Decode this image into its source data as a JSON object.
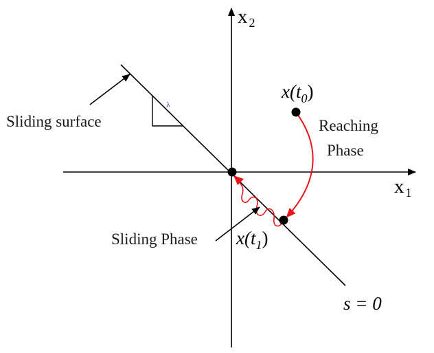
{
  "axes": {
    "x_label_base": "x",
    "x_label_sub": "1",
    "y_label_base": "x",
    "y_label_sub": "2"
  },
  "labels": {
    "sliding_surface": "Sliding surface",
    "reaching_line1": "Reaching",
    "reaching_line2": "Phase",
    "sliding_phase": "Sliding Phase",
    "lambda": "λ",
    "s_equation": "s = 0"
  },
  "points": {
    "t0_func": "x(",
    "t0_var": "t",
    "t0_sub": "0",
    "t0_close": ")",
    "t1_func": "x(",
    "t1_var": "t",
    "t1_sub": "1",
    "t1_close": ")"
  },
  "colors": {
    "axis": "#000000",
    "trajectory": "#e8161b",
    "text": "#1a1a1a",
    "lambda": "#2c3fb0"
  }
}
